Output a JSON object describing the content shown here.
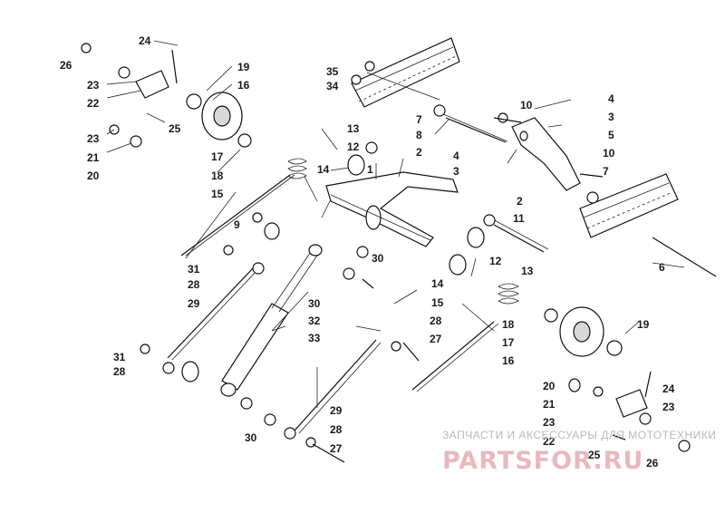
{
  "callouts": [
    {
      "id": "c26a",
      "text": "26"
    },
    {
      "id": "c24a",
      "text": "24"
    },
    {
      "id": "c19a",
      "text": "19"
    },
    {
      "id": "c23a",
      "text": "23"
    },
    {
      "id": "c16a",
      "text": "16"
    },
    {
      "id": "c22a",
      "text": "22"
    },
    {
      "id": "c25a",
      "text": "25"
    },
    {
      "id": "c23b",
      "text": "23"
    },
    {
      "id": "c21a",
      "text": "21"
    },
    {
      "id": "c20a",
      "text": "20"
    },
    {
      "id": "c17a",
      "text": "17"
    },
    {
      "id": "c18a",
      "text": "18"
    },
    {
      "id": "c15a",
      "text": "15"
    },
    {
      "id": "c13a",
      "text": "13"
    },
    {
      "id": "c12a",
      "text": "12"
    },
    {
      "id": "c14a",
      "text": "14"
    },
    {
      "id": "c35",
      "text": "35"
    },
    {
      "id": "c34",
      "text": "34"
    },
    {
      "id": "c7a",
      "text": "7"
    },
    {
      "id": "c8",
      "text": "8"
    },
    {
      "id": "c10a",
      "text": "10"
    },
    {
      "id": "c4a",
      "text": "4"
    },
    {
      "id": "c3a",
      "text": "3"
    },
    {
      "id": "c5",
      "text": "5"
    },
    {
      "id": "c10b",
      "text": "10"
    },
    {
      "id": "c7b",
      "text": "7"
    },
    {
      "id": "c2a",
      "text": "2"
    },
    {
      "id": "c4b",
      "text": "4"
    },
    {
      "id": "c3b",
      "text": "3"
    },
    {
      "id": "c1",
      "text": "1"
    },
    {
      "id": "c9",
      "text": "9"
    },
    {
      "id": "c2b",
      "text": "2"
    },
    {
      "id": "c11",
      "text": "11"
    },
    {
      "id": "c30a",
      "text": "30"
    },
    {
      "id": "c12b",
      "text": "12"
    },
    {
      "id": "c13b",
      "text": "13"
    },
    {
      "id": "c6",
      "text": "6"
    },
    {
      "id": "c31a",
      "text": "31"
    },
    {
      "id": "c28a",
      "text": "28"
    },
    {
      "id": "c29a",
      "text": "29"
    },
    {
      "id": "c30b",
      "text": "30"
    },
    {
      "id": "c32",
      "text": "32"
    },
    {
      "id": "c14b",
      "text": "14"
    },
    {
      "id": "c15b",
      "text": "15"
    },
    {
      "id": "c33",
      "text": "33"
    },
    {
      "id": "c28b",
      "text": "28"
    },
    {
      "id": "c27a",
      "text": "27"
    },
    {
      "id": "c18b",
      "text": "18"
    },
    {
      "id": "c17b",
      "text": "17"
    },
    {
      "id": "c19b",
      "text": "19"
    },
    {
      "id": "c16b",
      "text": "16"
    },
    {
      "id": "c31b",
      "text": "31"
    },
    {
      "id": "c28c",
      "text": "28"
    },
    {
      "id": "c20b",
      "text": "20"
    },
    {
      "id": "c24b",
      "text": "24"
    },
    {
      "id": "c21b",
      "text": "21"
    },
    {
      "id": "c23c",
      "text": "23"
    },
    {
      "id": "c23d",
      "text": "23"
    },
    {
      "id": "c29b",
      "text": "29"
    },
    {
      "id": "c22b",
      "text": "22"
    },
    {
      "id": "c28d",
      "text": "28"
    },
    {
      "id": "c30c",
      "text": "30"
    },
    {
      "id": "c27b",
      "text": "27"
    },
    {
      "id": "c25b",
      "text": "25"
    },
    {
      "id": "c26b",
      "text": "26"
    }
  ],
  "watermark": {
    "caption": "ЗАПЧАСТИ И АКСЕССУАРЫ ДЛЯ МОТОТЕХНИКИ",
    "logo": "PARTSFOR.RU"
  },
  "colors": {
    "line": "#111111",
    "watermark_logo": "#e8b8bd",
    "watermark_caption": "#b9b9b9"
  }
}
